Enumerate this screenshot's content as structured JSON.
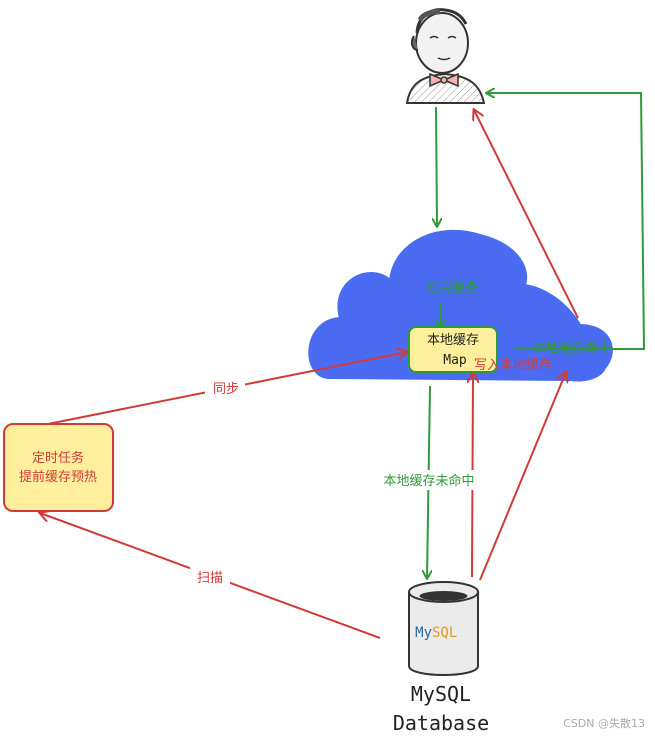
{
  "diagram": {
    "user_icon": "user-avatar-icon",
    "cloud": {
      "service_label": "应用服务",
      "cache_box": {
        "line1": "本地缓存",
        "line2": "Map"
      }
    },
    "task_box": {
      "line1": "定时任务",
      "line2": "提前缓存预热"
    },
    "database": {
      "logo_my": "My",
      "logo_sql": "SQL",
      "caption_line1": "MySQL",
      "caption_line2": "Database"
    },
    "edge_labels": {
      "sync": "同步",
      "scan": "扫描",
      "cache_miss": "本地缓存未命中",
      "cache_hit": "本地缓存命中",
      "write_cache": "写入本地缓存"
    },
    "watermark": "CSDN @失散13",
    "colors": {
      "cloud": "#4b6cf2",
      "box_fill": "#fdef9b",
      "green": "#2f9a3a",
      "red": "#d23a3a"
    }
  }
}
